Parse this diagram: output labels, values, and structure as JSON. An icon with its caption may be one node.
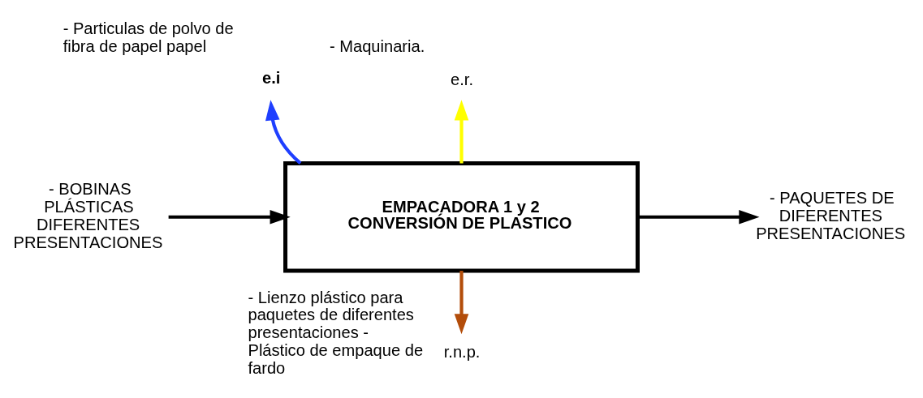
{
  "diagram": {
    "nodes": [
      {
        "text": [
          "EMPACADORA 1 y 2 CONVERSIÓN DE PLASTICO"
        ]
      },
      {
        "text": [
          "- BOBINAS PLÁSTICAS DIFERENTES PRESENTACIONES"
        ]
      },
      {
        "text": [
          "- PAQUETES DE DIFERENTES PRESENTACIONES"
        ]
      },
      {
        "text": [
          "e.i"
        ],
        "beside": [
          "- Particulas de polvo de fibra de papel papel"
        ]
      },
      {
        "text": [
          "e.r."
        ],
        "beside": [
          "- Maquinaria."
        ]
      },
      {
        "text": [
          "r.n.p."
        ],
        "beside": [
          "- Lienzo plástico para paquetes de diferentes presentaciones - Plástico de empaque de fardo"
        ]
      }
    ],
    "edges": [
      {
        "from": 1,
        "to": 0,
        "arrow": "to"
      },
      {
        "from": 0,
        "to": 2,
        "arrow": "to"
      },
      {
        "from": 0,
        "to": 3,
        "arrow": "to",
        "color": "#1f3fff"
      },
      {
        "from": 0,
        "to": 4,
        "arrow": "to",
        "color": "#ffff00"
      },
      {
        "from": 0,
        "to": 5,
        "arrow": "to",
        "color": "#b34d0a"
      }
    ]
  }
}
